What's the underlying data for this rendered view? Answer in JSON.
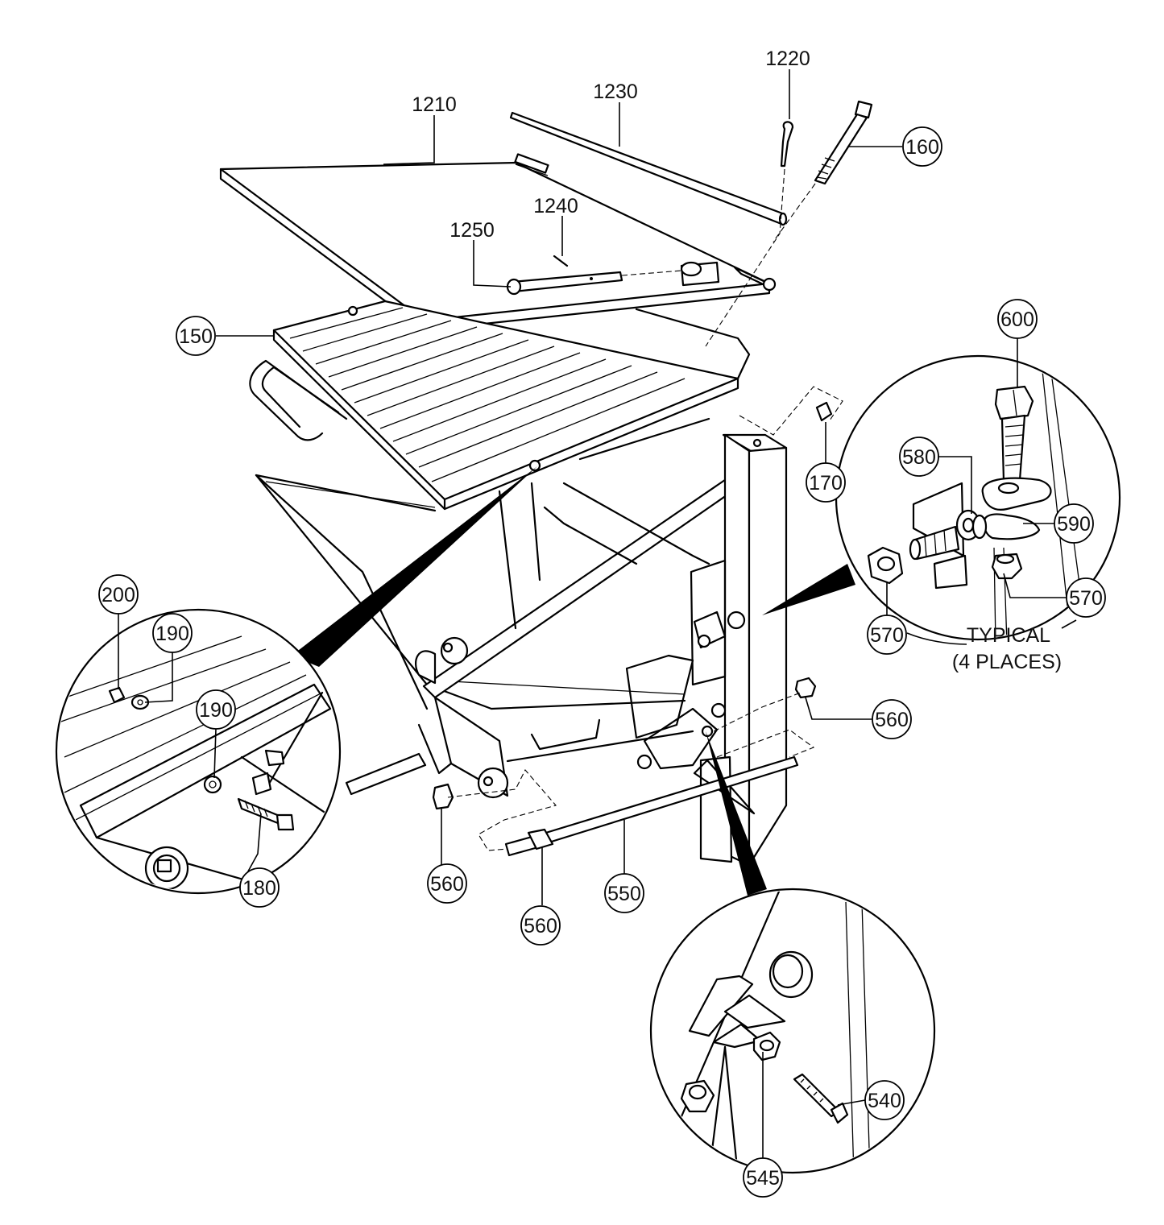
{
  "labels": {
    "p1210": "1210",
    "p1230": "1230",
    "p1220": "1220",
    "p160": "160",
    "p1240": "1240",
    "p1250": "1250",
    "p150": "150",
    "p600": "600",
    "p580": "580",
    "p590": "590",
    "p570a": "570",
    "p570b": "570",
    "p170": "170",
    "p200": "200",
    "p190a": "190",
    "p190b": "190",
    "p180": "180",
    "p560a": "560",
    "p560b": "560",
    "p560c": "560",
    "p550": "550",
    "p540": "540",
    "p545": "545"
  },
  "note": {
    "line1": "TYPICAL",
    "line2": "(4 PLACES)"
  }
}
